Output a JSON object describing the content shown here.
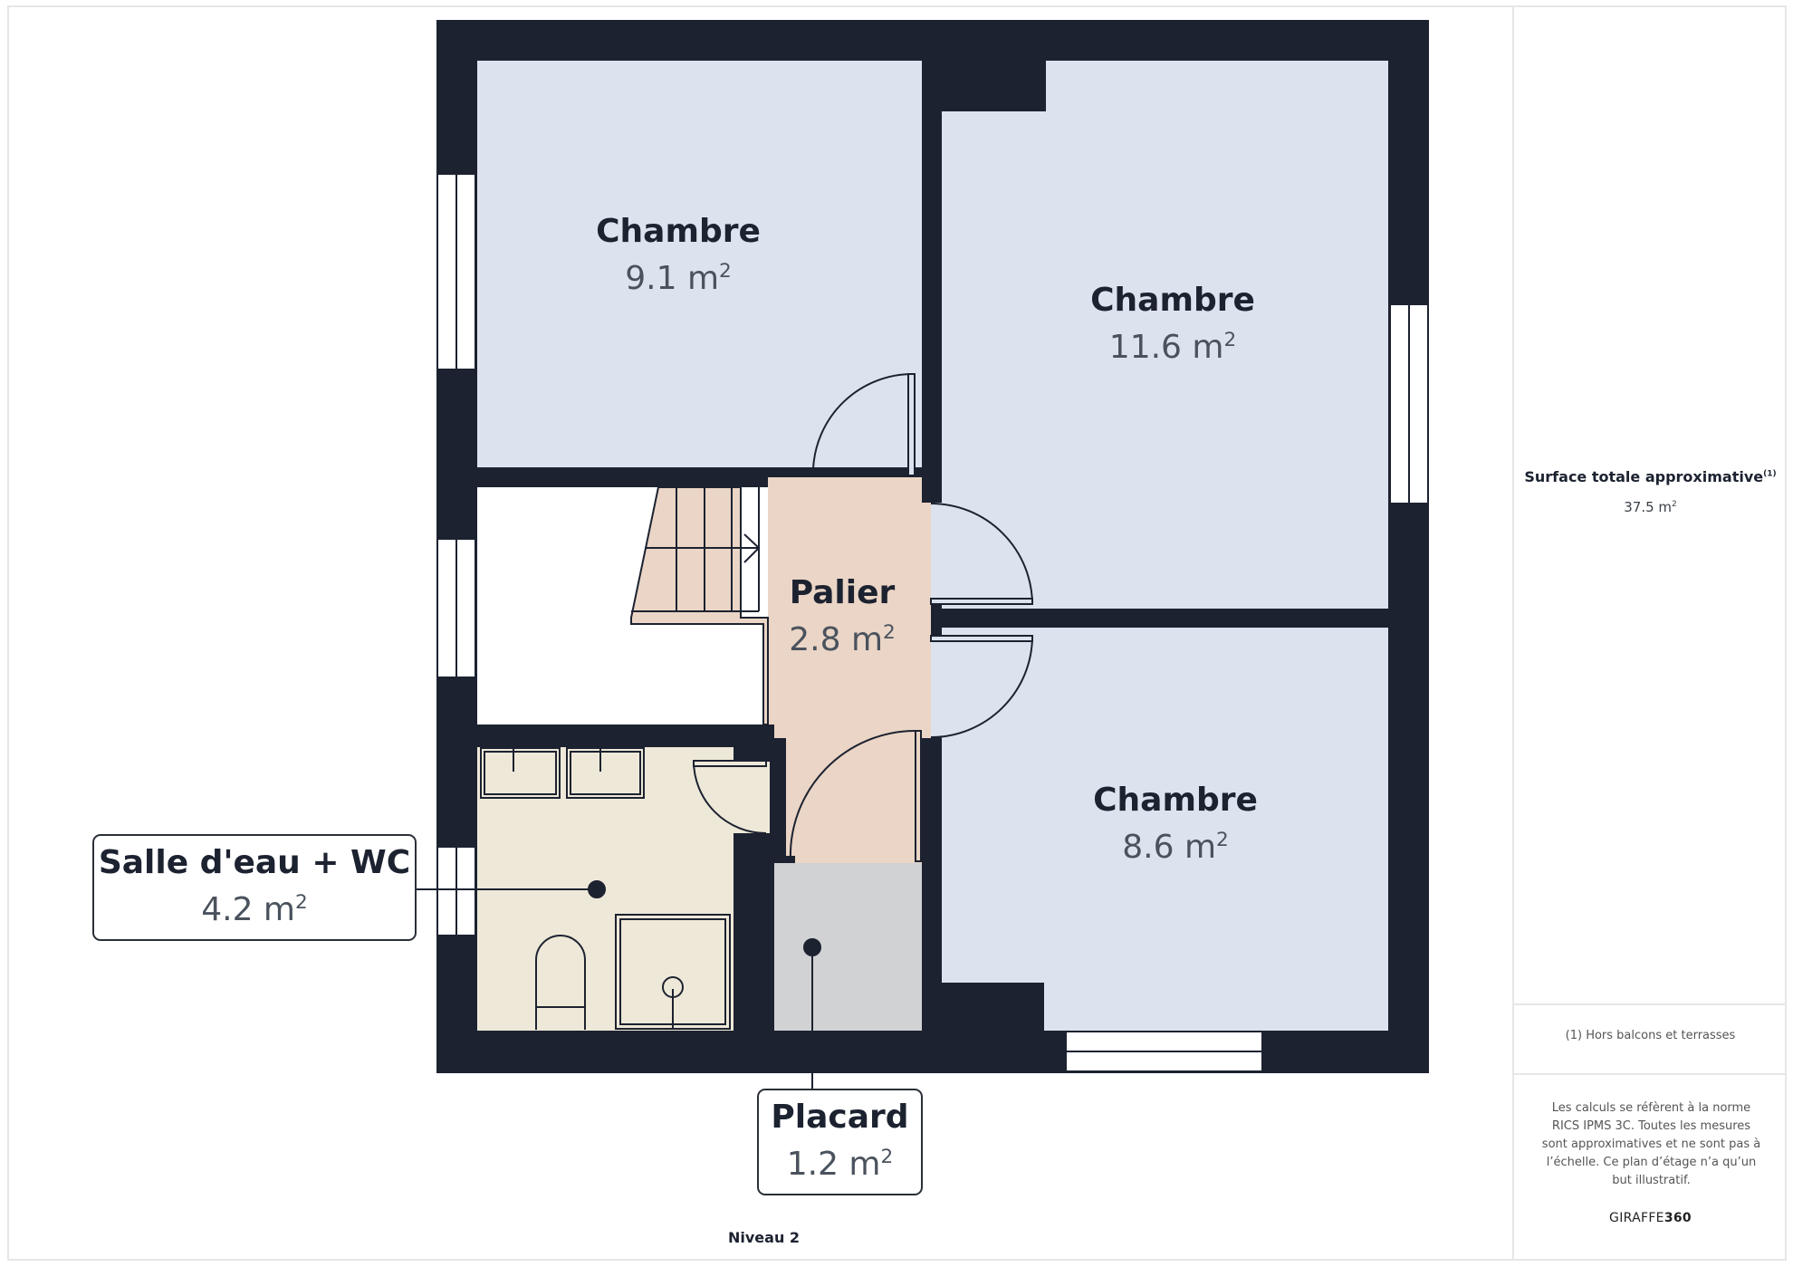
{
  "plan": {
    "level_label": "Niveau 2",
    "colors": {
      "wall": "#1c2230",
      "bedroom": "#dde3ee",
      "landing": "#ead5c6",
      "bathroom": "#eee8d8",
      "closet": "#d1d2d4",
      "window": "#ffffff",
      "label_dark": "#1c2230",
      "label_area": "#4a525d"
    },
    "rooms": [
      {
        "name": "Chambre",
        "area": "9.1 m",
        "unit_sup": "2"
      },
      {
        "name": "Chambre",
        "area": "11.6 m",
        "unit_sup": "2"
      },
      {
        "name": "Chambre",
        "area": "8.6 m",
        "unit_sup": "2"
      },
      {
        "name": "Palier",
        "area": "2.8 m",
        "unit_sup": "2"
      },
      {
        "name": "Salle d'eau + WC",
        "area": "4.2 m",
        "unit_sup": "2"
      },
      {
        "name": "Placard",
        "area": "1.2 m",
        "unit_sup": "2"
      }
    ]
  },
  "sidebar": {
    "surface_title": "Surface totale approximative",
    "surface_footnote_ref": "(1)",
    "surface_value": "37.5 m",
    "surface_unit_sup": "2",
    "footnote": "(1) Hors balcons et terrasses",
    "disclaimer": "Les calculs se réfèrent à la norme RICS IPMS 3C. Toutes les mesures sont approximatives et ne sont pas à l’échelle. Ce plan d’étage n’a qu’un but illustratif.",
    "brand_prefix": "GIRAFFE",
    "brand_suffix": "360"
  }
}
